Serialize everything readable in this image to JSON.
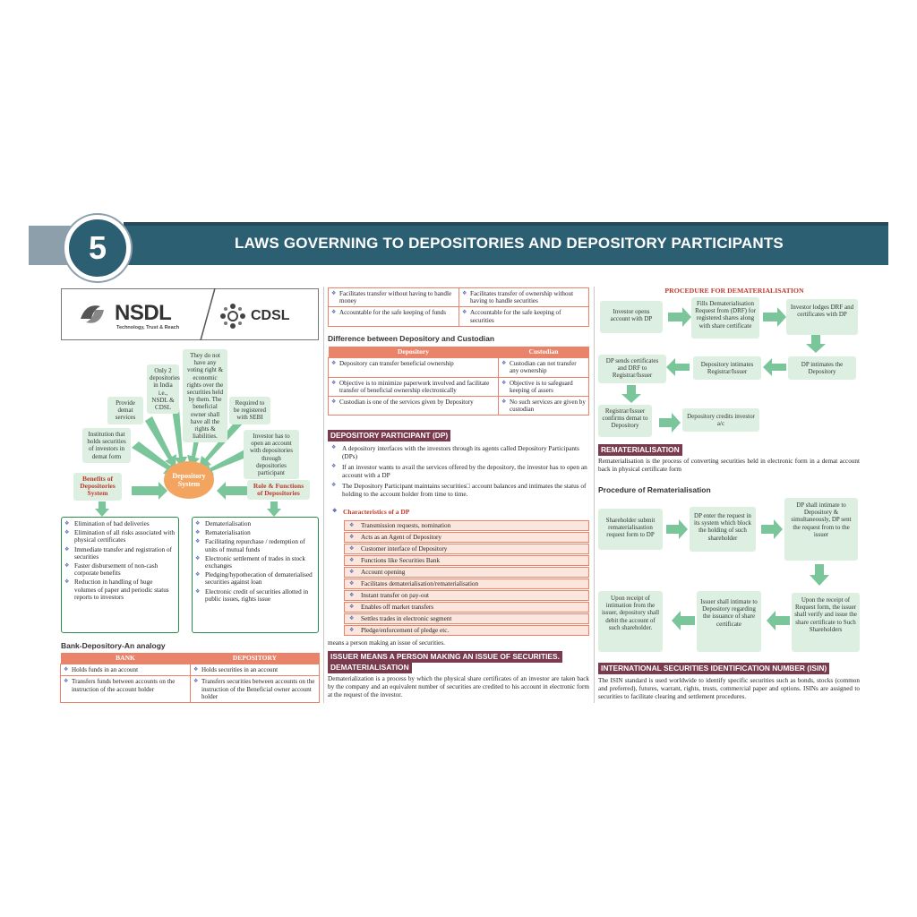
{
  "banner": {
    "number": "5",
    "title": "LAWS GOVERNING TO DEPOSITORIES AND DEPOSITORY PARTICIPANTS"
  },
  "logos": {
    "nsdl": "NSDL",
    "nsdl_tagline": "Technology, Trust & Reach",
    "cdsl": "CDSL"
  },
  "diagram": {
    "center": "Depository System",
    "benefits_label": "Benefits of Depositories System",
    "role_label": "Role & Functions of Depositories",
    "spokes": [
      "Institution that holds securities of investors in demat form",
      "Provide demat services",
      "Only 2 depositories in India i.e., NSDL & CDSL",
      "They do not have any voting right & economic rights over the securities held by them. The beneficial owner shall have all the rights & liabilities.",
      "Required to be registered with SEBI",
      "Investor has to open an account with depositories through depositories participant"
    ]
  },
  "benefits": [
    "Elimination of bad deliveries",
    "Elimination of all risks associated with physical certificates",
    "Immediate transfer and registration of securities",
    "Faster disbursement of non-cash corporate benefits",
    "Reduction in handling of huge volumes of paper and periodic status reports to investors"
  ],
  "roles": [
    "Dematerialisation",
    "Rematerialisation",
    "Facilitating repurchase / redemption of units of mutual funds",
    "Electronic settlement of trades in stock exchanges",
    "Pledging/hypothecation of dematerialised securities against loan",
    "Electronic credit of securities allotted in public issues, rights issue"
  ],
  "analogy": {
    "heading": "Bank-Depository-An analogy",
    "col1": "BANK",
    "col2": "DEPOSITORY",
    "rows": [
      [
        "Holds funds in an account",
        "Holds securities in an account"
      ],
      [
        "Transfers funds between accounts on the instruction of the account holder",
        "Transfers securities between accounts on the instruction of the Beneficial owner account holder"
      ]
    ]
  },
  "top_table": [
    [
      "Facilitates transfer without having to handle money",
      "Facilitates transfer of ownership without having to handle securities"
    ],
    [
      "Accountable for the safe keeping of funds",
      "Accountable for the safe keeping of securities"
    ]
  ],
  "custodian": {
    "heading": "Difference between Depository and Custodian",
    "col1": "Depository",
    "col2": "Custodian",
    "rows": [
      [
        "Depository can transfer beneficial ownership",
        "Custodian can not transfer any ownership"
      ],
      [
        "Objective is to minimize paperwork involved and facilitate transfer of beneficial ownership electronically",
        "Objective is to safeguard keeping of assers"
      ],
      [
        "Custodian is one of the services given by Depository",
        "No such services are given by custodian"
      ]
    ]
  },
  "dp": {
    "heading": "DEPOSITORY PARTICIPANT (DP)",
    "points": [
      "A depository interfaces with the investors through its agents called Depository Participants (DPs)",
      "If an investor wants to avail the services offered by the depository, the investor has to open an account with a DP",
      "The Depository Participant maintains securities□ account balances and intimates the status of holding to the account holder from time to time."
    ],
    "char_heading": "Characteristics of a DP",
    "chars": [
      "Transmission requests, nomination",
      "Acts as an Agent of Depository",
      "Customer interface of Depository",
      "Functions like Securities Bank",
      "Account opening",
      "Facilitates dematerialisation/rematerialisation",
      "Instant transfer on pay-out",
      "Enables off market transfers",
      "Settles trades in electronic segment",
      "Pledge/enforcement of pledge etc."
    ],
    "issuer_note": "means a person making an issue of securities."
  },
  "issuer": {
    "heading": "ISSUER MEANS A PERSON MAKING AN ISSUE OF SECURITIES.",
    "heading2": "DEMATERIALISATION",
    "text": "Dematerialization is a process by which the physical share certificates of an investor are taken back by the company and an equivalent number of securities are credited to his account in electronic form at the request of the investor."
  },
  "demat": {
    "heading": "PROCEDURE FOR DEMATERIALISATION",
    "steps": [
      "Investor opens account with DP",
      "Fills Dematerialisation Request from (DRF) for registered shares along with share certificate",
      "Investor lodges DRF and certificates with DP",
      "DP intimates the Depository",
      "Depository intimates Registrar/Issuer",
      "DP sends certificates and DRF to Registrar/Issuer",
      "Registrar/Issuer confirms demat to Depository",
      "Depository credits investor a/c"
    ]
  },
  "remat": {
    "heading": "REMATERIALISATION",
    "text": "Rematerialisation is the process of converting securities held in electronic form in a demat account back in physical certificate form",
    "proc_heading": "Procedure of Rematerialisation",
    "steps": [
      "Shareholder submit rematerialisastion request form to DP",
      "DP enter the request in its system which block the holding of such shareholder",
      "DP shall intimate to Depository & simultaneously, DP sent the request from to the issuer",
      "Upon the receipt of Request form, the issuer shall verify and issue the share certificate to Such Shareholders",
      "Issuer shall intimate to Depository regarding the issuance of share certificate",
      "Upon receipt of intimation from the issuer, depository shall debit the account of such shareholder."
    ]
  },
  "isin": {
    "heading": "INTERNATIONAL SECURITIES IDENTIFICATION NUMBER (ISIN)",
    "text": "The ISIN standard is used worldwide to identify specific securities such as bonds, stocks (common and preferred), futures, warrant, rights, trusts, commercial paper and options. ISINs are assigned to securities to facilitate clearing and settlement procedures."
  },
  "colors": {
    "banner": "#2d5f73",
    "accent_bar": "#7a3b4f",
    "table_header": "#e9836a",
    "green_box": "#dcefe1",
    "arrow": "#7bc59b"
  }
}
